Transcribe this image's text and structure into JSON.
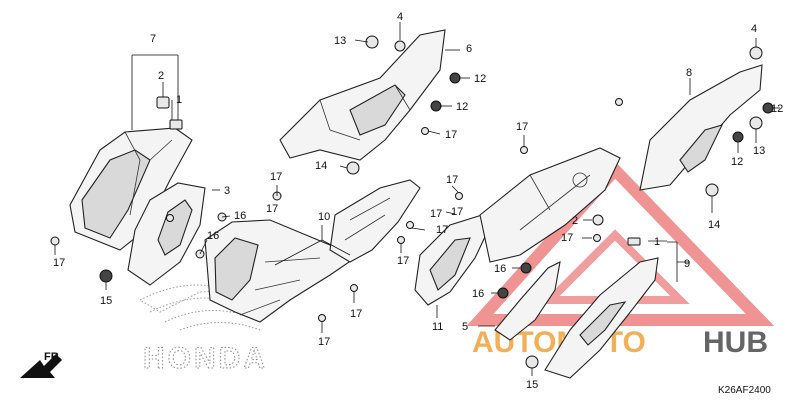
{
  "diagram": {
    "code": "K26AF2400",
    "brand_mark": "HONDA",
    "direction_label": "FR.",
    "watermark": {
      "part_a": "AUTOMOTO",
      "part_b": "HUB",
      "color_a": "#f2a23a",
      "color_b": "#555555",
      "triangle_color": "#e23b3b"
    },
    "callouts": [
      {
        "label": "7"
      },
      {
        "label": "2"
      },
      {
        "label": "1"
      },
      {
        "label": "3"
      },
      {
        "label": "16"
      },
      {
        "label": "16"
      },
      {
        "label": "17"
      },
      {
        "label": "15"
      },
      {
        "label": "17"
      },
      {
        "label": "17"
      },
      {
        "label": "13"
      },
      {
        "label": "4"
      },
      {
        "label": "6"
      },
      {
        "label": "12"
      },
      {
        "label": "12"
      },
      {
        "label": "17"
      },
      {
        "label": "14"
      },
      {
        "label": "10"
      },
      {
        "label": "17"
      },
      {
        "label": "17"
      },
      {
        "label": "17"
      },
      {
        "label": "17"
      },
      {
        "label": "17"
      },
      {
        "label": "17"
      },
      {
        "label": "17"
      },
      {
        "label": "11"
      },
      {
        "label": "16"
      },
      {
        "label": "16"
      },
      {
        "label": "5"
      },
      {
        "label": "15"
      },
      {
        "label": "17"
      },
      {
        "label": "8"
      },
      {
        "label": "4"
      },
      {
        "label": "12"
      },
      {
        "label": "12"
      },
      {
        "label": "13"
      },
      {
        "label": "14"
      },
      {
        "label": "2"
      },
      {
        "label": "17"
      },
      {
        "label": "1"
      },
      {
        "label": "9"
      }
    ]
  }
}
